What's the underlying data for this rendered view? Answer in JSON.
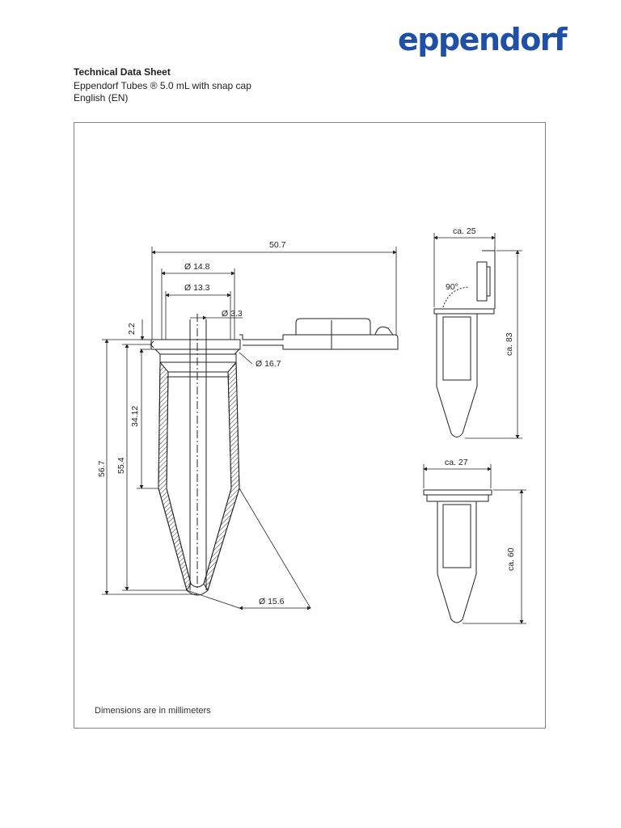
{
  "brand": {
    "logo_text": "eppendorf",
    "color": "#1f4fa6"
  },
  "header": {
    "title": "Technical Data Sheet",
    "subtitle": "Eppendorf Tubes ® 5.0 mL with snap cap",
    "language": "English (EN)"
  },
  "drawing": {
    "dimensions": {
      "overall_width": "50.7",
      "inner_dia_1": "Ø 14.8",
      "inner_dia_2": "Ø 13.3",
      "small_dia": "Ø 3.3",
      "rim_height": "2.2",
      "collar_dia": "Ø 16.7",
      "cyl_height": "34.12",
      "total_height": "56.7",
      "body_height": "55.4",
      "cone_dia": "Ø 15.6",
      "open_width": "ca. 25",
      "open_angle": "90°",
      "open_height": "ca. 83",
      "closed_width": "ca. 27",
      "closed_height": "ca. 60"
    }
  },
  "footer": {
    "note": "Dimensions are in millimeters"
  }
}
